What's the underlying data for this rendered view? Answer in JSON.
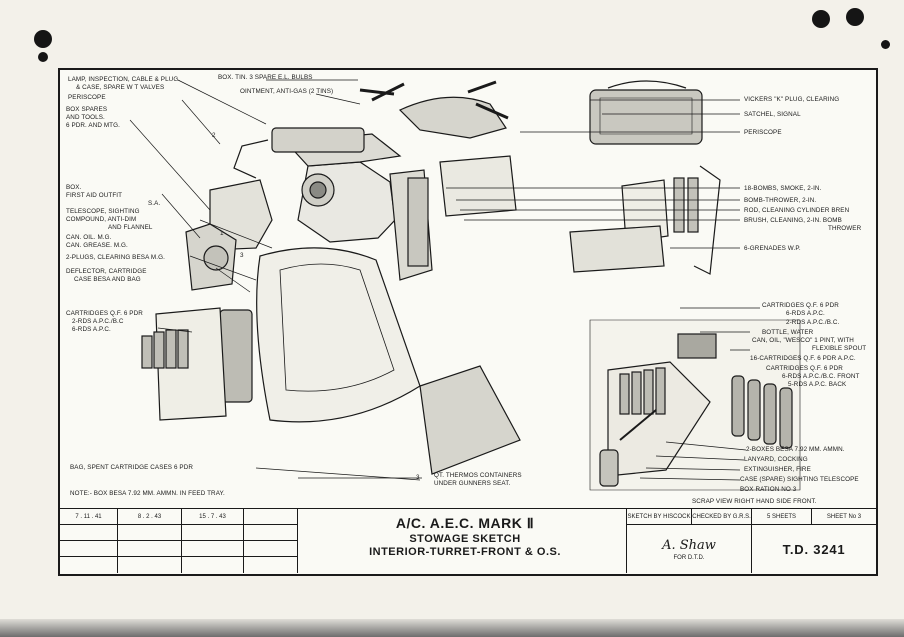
{
  "labels_left": [
    "LAMP, INSPECTION, CABLE & PLUG.",
    "& CASE, SPARE W T VALVES",
    "PERISCOPE",
    "BOX SPARES",
    "AND TOOLS.",
    "6 PDR. AND MTG.",
    "BOX.",
    "FIRST AID OUTFIT",
    "S.A.",
    "TELESCOPE, SIGHTING",
    "COMPOUND, ANTI-DIM",
    "AND FLANNEL",
    "CAN. OIL. M.G.",
    "CAN. GREASE. M.G.",
    "2-PLUGS, CLEARING BESA M.G.",
    "DEFLECTOR, CARTRIDGE",
    "CASE BESA AND BAG",
    "CARTRIDGES Q.F. 6 PDR",
    "2-RDS A.P.C./B.C",
    "6-RDS A.P.C."
  ],
  "labels_top": [
    "BOX. TIN. 3 SPARE E.L. BULBS",
    "OINTMENT, ANTI-GAS (2 TINS)"
  ],
  "labels_right": [
    "VICKERS \"K\" PLUG, CLEARING",
    "SATCHEL, SIGNAL",
    "PERISCOPE",
    "18-BOMBS, SMOKE, 2-IN.",
    "BOMB-THROWER, 2-IN.",
    "ROD, CLEANING CYLINDER BREN",
    "BRUSH, CLEANING, 2-IN. BOMB",
    "THROWER",
    "6-GRENADES W.P."
  ],
  "labels_scrap": [
    "CARTRIDGES Q.F. 6 PDR",
    "6-RDS A.P.C.",
    "2-RDS A.P.C./B.C.",
    "BOTTLE, WATER",
    "CAN, OIL, \"WESCO\" 1 PINT, WITH",
    "FLEXIBLE SPOUT",
    "16-CARTRIDGES Q.F. 6 PDR A.P.C.",
    "CARTRIDGES Q.F. 6 PDR",
    "6-RDS A.P.C./B.C. FRONT",
    "5-RDS A.P.C. BACK",
    "2-BOXES BESA 7.92 MM. AMMN.",
    "LANYARD, COCKING",
    "EXTINGUISHER, FIRE",
    "CASE (SPARE) SIGHTING TELESCOPE",
    "BOX RATION NO 3"
  ],
  "labels_bottom": [
    "BAG, SPENT CARTRIDGE CASES 6 PDR",
    "NOTE:- BOX BESA 7.92 MM. AMMN. IN FEED TRAY.",
    "3",
    "QT. THERMOS CONTAINERS",
    "UNDER GUNNERS SEAT.",
    "SCRAP VIEW RIGHT HAND SIDE FRONT."
  ],
  "callout_numbers": [
    "2",
    "3",
    "1"
  ],
  "title_block": {
    "dates": [
      "7 . 11 . 41",
      "8 . 2 . 43",
      "15 . 7 . 43"
    ],
    "title_line1": "A/C. A.E.C. MARK Ⅱ",
    "title_line2": "STOWAGE SKETCH",
    "title_line3": "INTERIOR-TURRET-FRONT & O.S.",
    "sketch_by": "SKETCH BY HISCOCK",
    "checked_by": "CHECKED BY G.R.S.",
    "sheets": "5 SHEETS",
    "sheet_no": "SHEET No 3",
    "signature": "A. Shaw",
    "for": "FOR D.T.D.",
    "td_number": "T.D. 3241"
  },
  "colors": {
    "ink": "#1a1a1a",
    "paper": "#fafaf5"
  }
}
